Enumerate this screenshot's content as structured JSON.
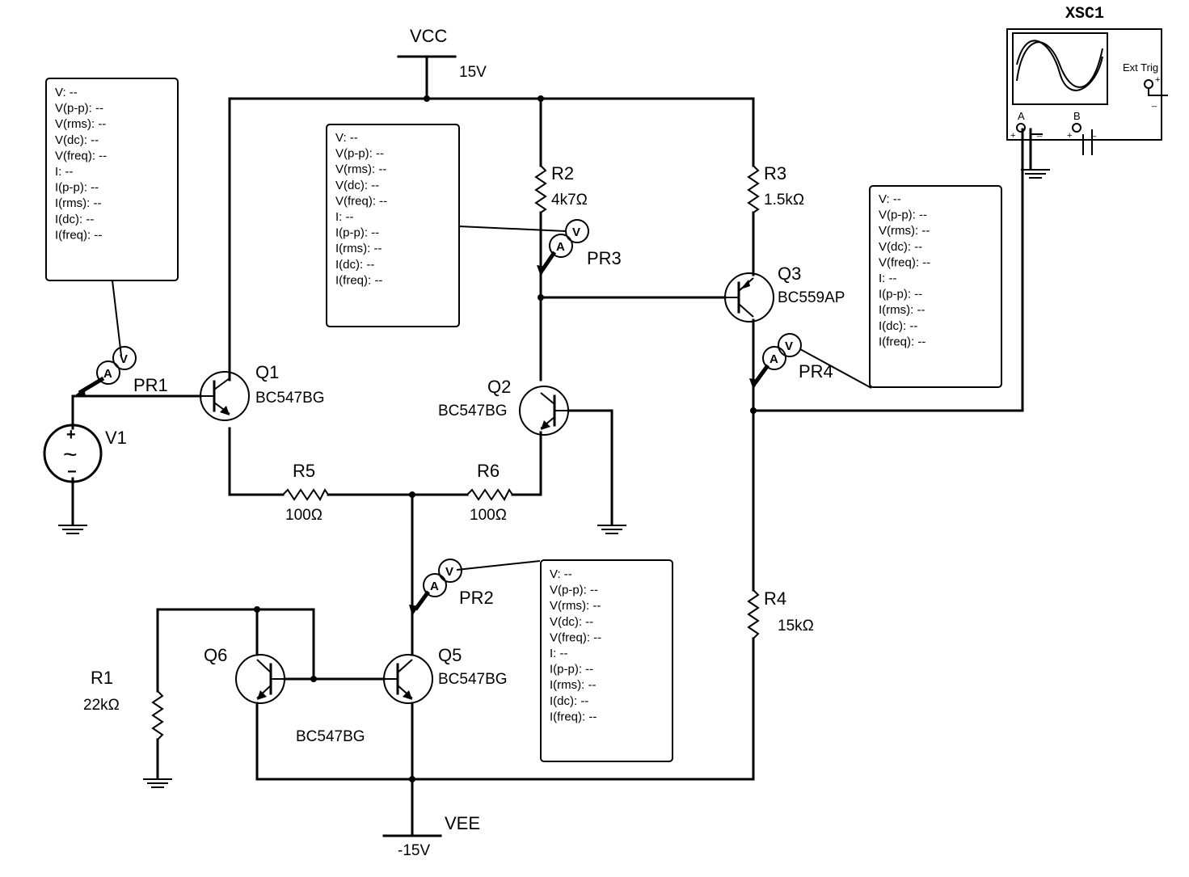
{
  "supply": {
    "vcc_name": "VCC",
    "vcc_value": "15V",
    "vee_name": "VEE",
    "vee_value": "-15V"
  },
  "components": {
    "v1": "V1",
    "q1": {
      "ref": "Q1",
      "model": "BC547BG"
    },
    "q2": {
      "ref": "Q2",
      "model": "BC547BG"
    },
    "q3": {
      "ref": "Q3",
      "model": "BC559AP"
    },
    "q5": {
      "ref": "Q5",
      "model": "BC547BG"
    },
    "q6": {
      "ref": "Q6",
      "model": "BC547BG"
    },
    "r1": {
      "ref": "R1",
      "value": "22kΩ"
    },
    "r2": {
      "ref": "R2",
      "value": "4k7Ω"
    },
    "r3": {
      "ref": "R3",
      "value": "1.5kΩ"
    },
    "r4": {
      "ref": "R4",
      "value": "15kΩ"
    },
    "r5": {
      "ref": "R5",
      "value": "100Ω"
    },
    "r6": {
      "ref": "R6",
      "value": "100Ω"
    }
  },
  "probes": {
    "pr1": "PR1",
    "pr2": "PR2",
    "pr3": "PR3",
    "pr4": "PR4",
    "readout_lines": [
      "V: --",
      "V(p-p): --",
      "V(rms): --",
      "V(dc): --",
      "V(freq): --",
      "I: --",
      "I(p-p): --",
      "I(rms): --",
      "I(dc): --",
      "I(freq): --"
    ]
  },
  "scope": {
    "ref": "XSC1",
    "ext_trig": "Ext Trig",
    "ch_a": "A",
    "ch_b": "B",
    "plus": "+",
    "minus": "_"
  },
  "glyphs": {
    "ammeter": "A",
    "voltmeter": "V",
    "plus": "+",
    "minus": "−",
    "tilde": "~"
  }
}
